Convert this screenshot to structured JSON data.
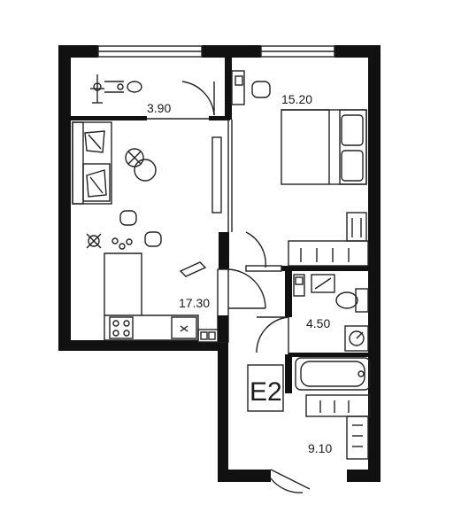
{
  "plan": {
    "apartment_code": "E2",
    "rooms": [
      {
        "id": "balcony",
        "area": "3.90"
      },
      {
        "id": "bedroom",
        "area": "15.20"
      },
      {
        "id": "kitchen-living",
        "area": "17.30"
      },
      {
        "id": "bathroom",
        "area": "4.50"
      },
      {
        "id": "hallway",
        "area": "9.10"
      }
    ],
    "colors": {
      "wall": "#111111",
      "line": "#222222",
      "background": "#ffffff"
    }
  }
}
